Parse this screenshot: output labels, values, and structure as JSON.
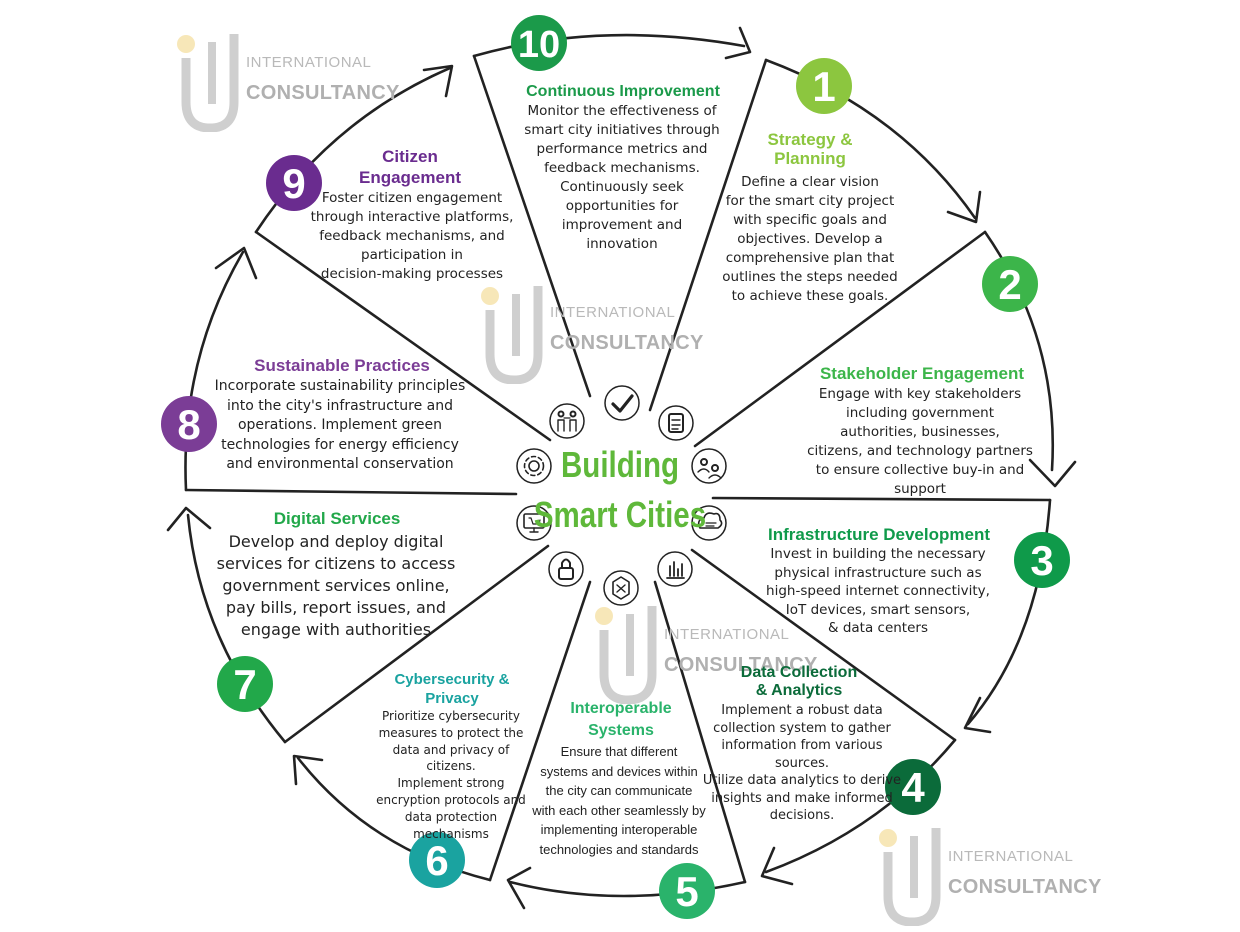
{
  "center": {
    "line1": "Building",
    "line2": "Smart Cities",
    "color": "#5fb83a"
  },
  "watermark": {
    "line1": "INTERNATIONAL",
    "line2": "CONSULTANCY"
  },
  "steps": [
    {
      "number": "1",
      "title1": "Strategy &",
      "title2": "Planning",
      "color": "#8cc63f",
      "lines": [
        "Define a clear vision",
        "for the smart city project",
        "with specific goals and",
        "objectives. Develop a",
        "comprehensive plan that",
        "outlines the steps needed",
        "to achieve these goals."
      ]
    },
    {
      "number": "2",
      "title1": "Stakeholder Engagement",
      "color": "#3cb54a",
      "lines": [
        "Engage with key stakeholders",
        "including government",
        "authorities, businesses,",
        "citizens, and technology partners",
        "to ensure collective buy-in and",
        "support"
      ]
    },
    {
      "number": "3",
      "title1": "Infrastructure Development",
      "color": "#0f9a4a",
      "lines": [
        "Invest in building the necessary",
        "physical infrastructure such as",
        "high-speed internet connectivity,",
        "IoT devices, smart sensors,",
        "& data centers"
      ]
    },
    {
      "number": "4",
      "title1": "Data Collection",
      "title2": "& Analytics",
      "color": "#0b6b3a",
      "lines": [
        "Implement a robust data",
        "collection system to gather",
        "information from various sources.",
        "Utilize data analytics to derive",
        "insights and make informed",
        "decisions."
      ]
    },
    {
      "number": "5",
      "title1": "Interoperable",
      "title2": "Systems",
      "color": "#2ab36b",
      "lines": [
        "Ensure that different",
        "systems and devices within",
        "the city can communicate",
        "with each other seamlessly by",
        "implementing interoperable",
        "technologies and standards"
      ]
    },
    {
      "number": "6",
      "title1": "Cybersecurity &",
      "title2": "Privacy",
      "color": "#1aa3a0",
      "lines": [
        "Prioritize cybersecurity",
        "measures to protect the",
        "data and privacy of citizens.",
        "Implement strong",
        "encryption protocols and",
        "data protection",
        "mechanisms"
      ]
    },
    {
      "number": "7",
      "title1": "Digital Services",
      "color": "#22a84a",
      "lines": [
        "Develop and deploy digital",
        "services for citizens to access",
        "government services online,",
        "pay bills, report issues, and",
        "engage with authorities"
      ]
    },
    {
      "number": "8",
      "title1": "Sustainable Practices",
      "color": "#7b3d96",
      "lines": [
        "Incorporate sustainability principles",
        "into the city's infrastructure and",
        "operations. Implement green",
        "technologies for energy efficiency",
        "and environmental conservation"
      ]
    },
    {
      "number": "9",
      "title1": "Citizen",
      "title2": "Engagement",
      "color": "#6a2c8f",
      "lines": [
        "Foster citizen engagement",
        "through interactive platforms,",
        "feedback mechanisms, and",
        "participation in",
        "decision-making processes"
      ]
    },
    {
      "number": "10",
      "title1": "Continuous Improvement",
      "color": "#1b9a4a",
      "lines": [
        "Monitor the effectiveness of",
        "smart city initiatives through",
        "performance metrics and",
        "feedback mechanisms.",
        "Continuously seek",
        "opportunities for",
        "improvement and",
        "innovation"
      ]
    }
  ],
  "icons": [
    "checkmark-icon",
    "checklist-icon",
    "people-exchange-icon",
    "cloud-icon",
    "bar-chart-icon",
    "interoperability-icon",
    "padlock-icon",
    "monitor-cart-icon",
    "gear-cycle-icon",
    "people-icon"
  ]
}
